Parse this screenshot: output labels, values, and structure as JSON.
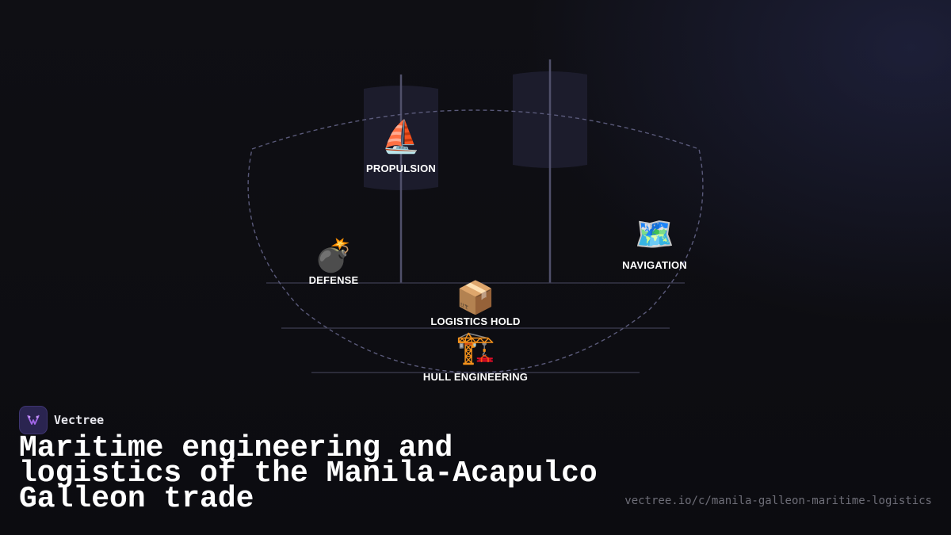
{
  "brand": {
    "name": "Vectree",
    "logo_icon": "vectree-logo-icon",
    "accent": "#a266e8"
  },
  "title": "Maritime engineering and logistics of the Manila-Acapulco Galleon trade",
  "url": "vectree.io/c/manila-galleon-maritime-logistics",
  "nodes": [
    {
      "id": "propulsion",
      "label": "PROPULSION",
      "icon": "⛵",
      "icon_name": "sailboat-icon"
    },
    {
      "id": "navigation",
      "label": "NAVIGATION",
      "icon": "🗺️",
      "icon_name": "map-icon"
    },
    {
      "id": "defense",
      "label": "DEFENSE",
      "icon": "💣",
      "icon_name": "bomb-icon"
    },
    {
      "id": "logistics",
      "label": "LOGISTICS HOLD",
      "icon": "📦",
      "icon_name": "package-icon"
    },
    {
      "id": "hull",
      "label": "HULL ENGINEERING",
      "icon": "🏗️",
      "icon_name": "crane-icon"
    }
  ],
  "colors": {
    "background": "#0f0f14",
    "line": "#4a4a60",
    "dashed": "#5a5a78",
    "sail": "#1e1e30"
  }
}
